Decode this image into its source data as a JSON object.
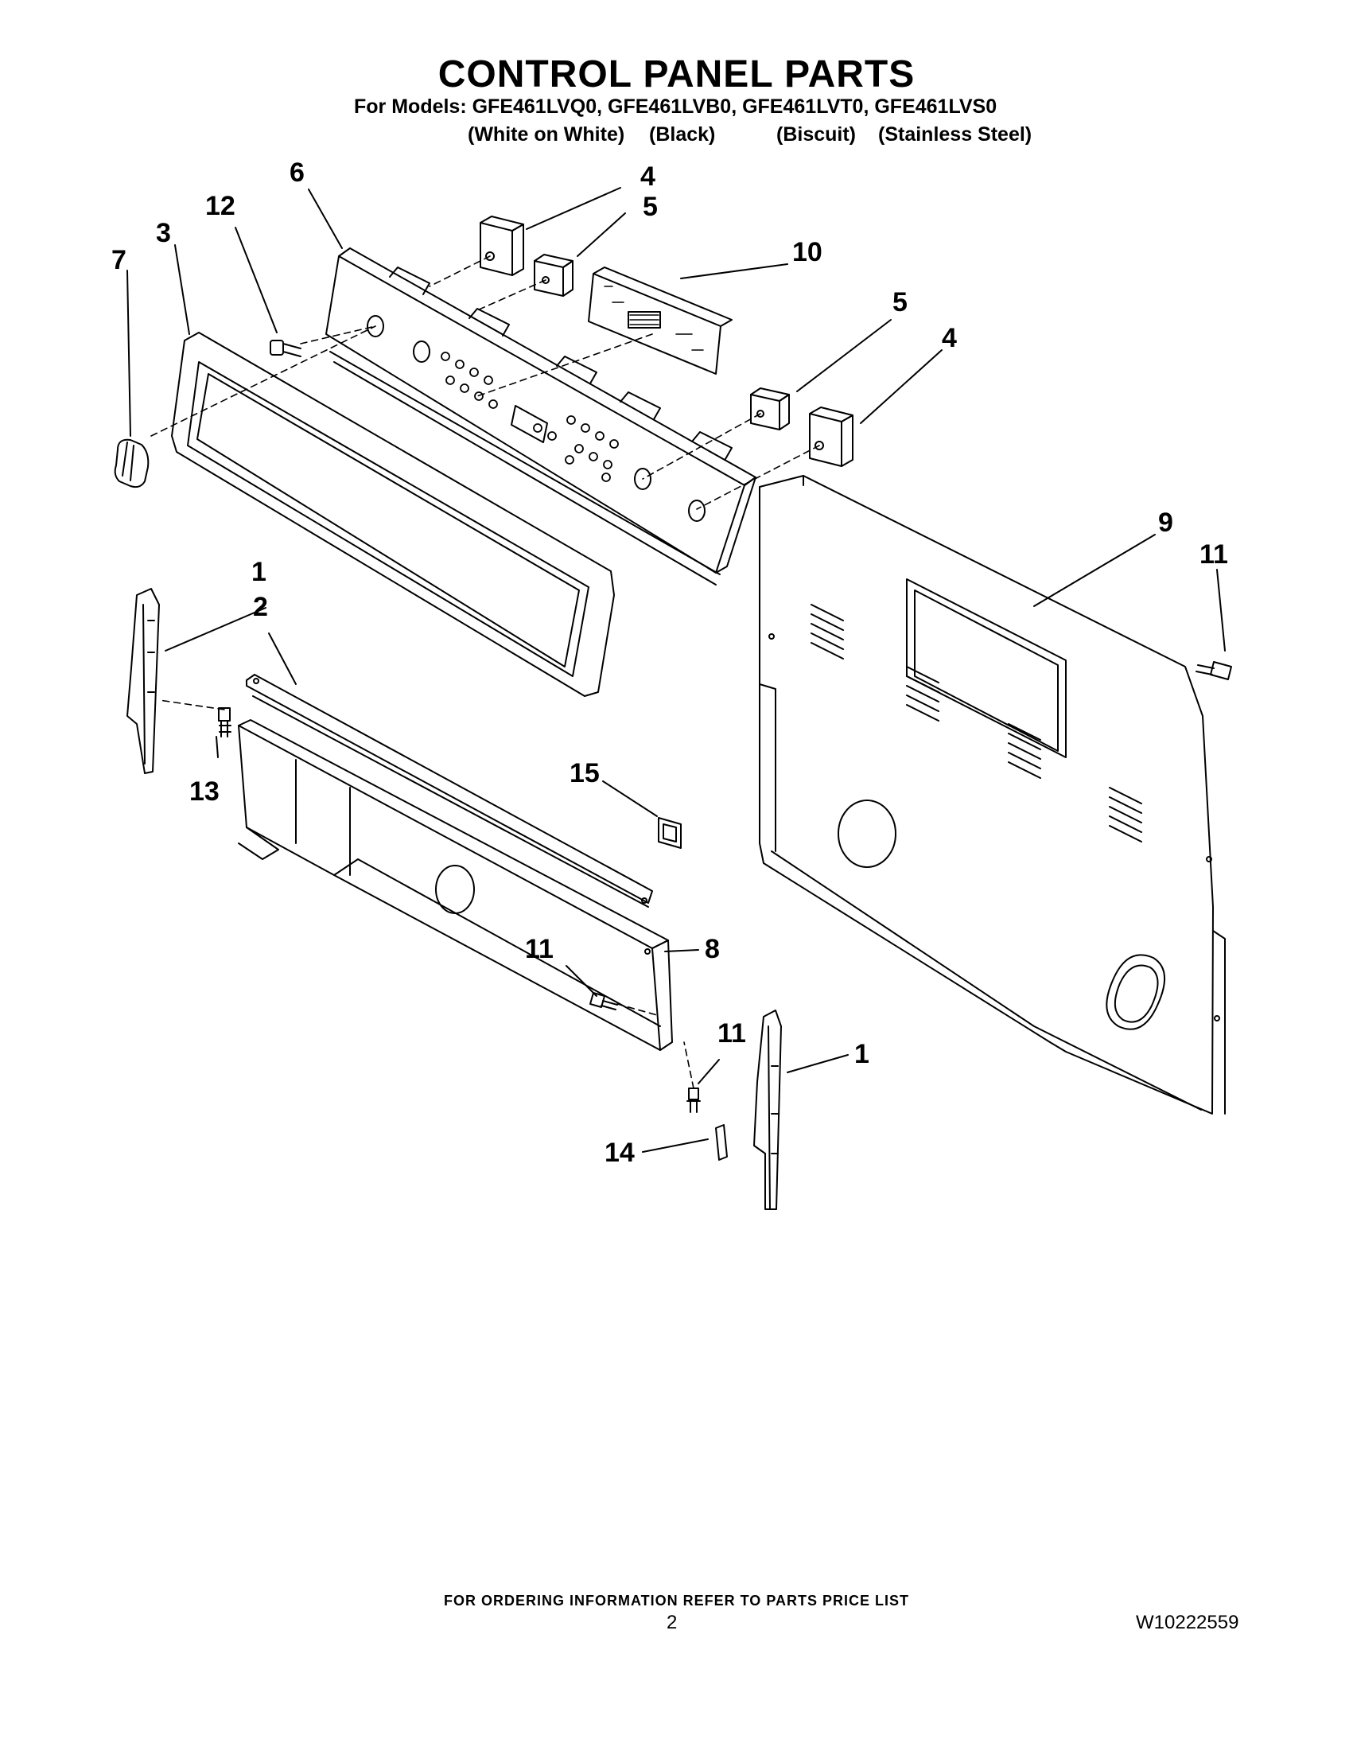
{
  "header": {
    "title": "CONTROL PANEL PARTS",
    "models_line": "For Models: GFE461LVQ0, GFE461LVB0, GFE461LVT0, GFE461LVS0",
    "variants": [
      "(White on White)",
      "(Black)",
      "(Biscuit)",
      "(Stainless Steel)"
    ]
  },
  "callouts": {
    "c1_left": "1",
    "c1_right": "1",
    "c2": "2",
    "c3": "3",
    "c4_top": "4",
    "c4_right": "4",
    "c5_top": "5",
    "c5_right": "5",
    "c6": "6",
    "c7": "7",
    "c8": "8",
    "c9": "9",
    "c10": "10",
    "c11_right": "11",
    "c11_mid": "11",
    "c11_low": "11",
    "c12": "12",
    "c13": "13",
    "c14": "14",
    "c15": "15"
  },
  "footer": {
    "ordering_note": "FOR ORDERING INFORMATION REFER TO PARTS PRICE LIST",
    "page_number": "2",
    "document_number": "W10222559"
  }
}
